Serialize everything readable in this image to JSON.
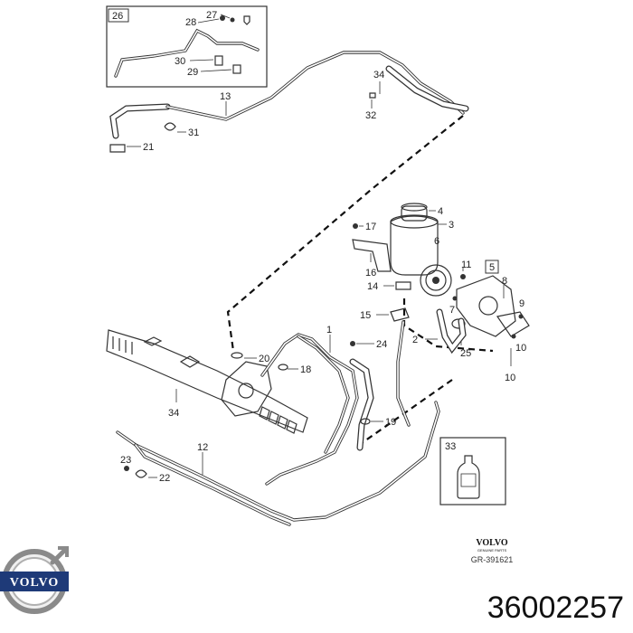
{
  "callouts": {
    "c1": "1",
    "c2": "2",
    "c3": "3",
    "c4": "4",
    "c5": "5",
    "c6": "6",
    "c7": "7",
    "c8": "8",
    "c9": "9",
    "c10a": "10",
    "c10b": "10",
    "c11": "11",
    "c12": "12",
    "c13": "13",
    "c14": "14",
    "c15": "15",
    "c16": "16",
    "c17": "17",
    "c18": "18",
    "c19": "19",
    "c20": "20",
    "c21": "21",
    "c22": "22",
    "c23": "23",
    "c24": "24",
    "c25": "25",
    "c26": "26",
    "c27": "27",
    "c28": "28",
    "c29": "29",
    "c30": "30",
    "c31": "31",
    "c32": "32",
    "c33": "33",
    "c34a": "34",
    "c34b": "34"
  },
  "stamp": {
    "brand": "VOLVO",
    "subtitle": "GENUINE PARTS",
    "code": "GR-391621"
  },
  "logo": {
    "text": "VOLVO"
  },
  "part_number": "36002257"
}
